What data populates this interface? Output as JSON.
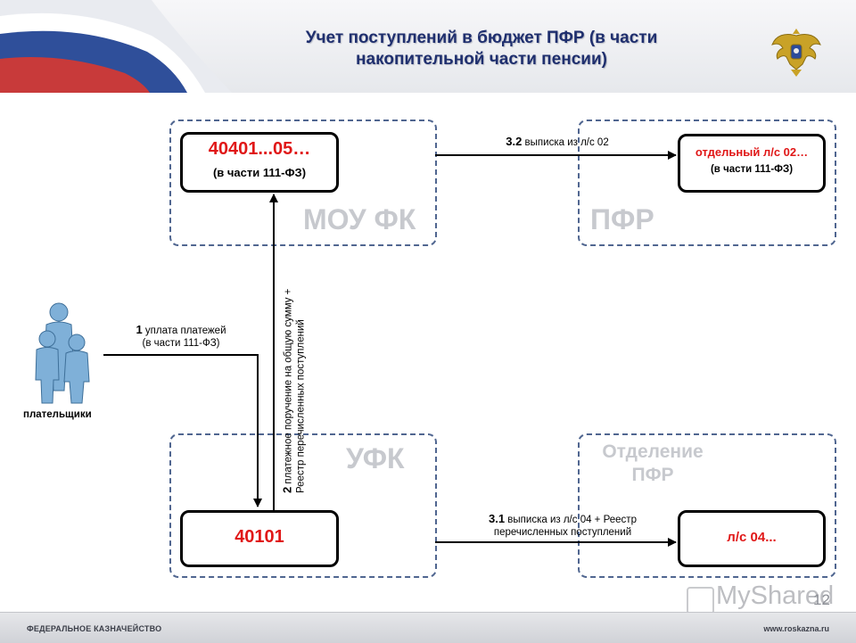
{
  "header": {
    "title_line1": "Учет поступлений в бюджет ПФР (в части",
    "title_line2": "накопительной части пенсии)",
    "colors": {
      "title": "#1f2f6e",
      "flag_white": "#ffffff",
      "flag_blue": "#2f4f9a",
      "flag_red": "#c83a3a"
    },
    "emblem_icon": "double-headed-eagle-icon"
  },
  "zones": {
    "mou_fk": "МОУ ФК",
    "pfr": "ПФР",
    "ufk": "УФК",
    "otdelenie_line1": "Отделение",
    "otdelenie_line2": "ПФР"
  },
  "accounts": {
    "a40401_main": "40401...05…",
    "a40401_sub": "(в части 111-ФЗ)",
    "pfr02_main": "отдельный л/с 02…",
    "pfr02_sub": "(в части 111-ФЗ)",
    "a40101_main": "40101",
    "ls04_main": "л/с 04..."
  },
  "flows": {
    "step1_num": "1",
    "step1_text": " уплата платежей",
    "step1_sub": "(в части 111-ФЗ)",
    "step2_num": "2",
    "step2_text": " платежное поручение на общую сумму +",
    "step2_sub": "Реестр перечисленных поступлений",
    "step32_num": "3.2",
    "step32_text": " выписка из л/с 02",
    "step31_num": "3.1",
    "step31_text": " выписка из л/с 04 + Реестр",
    "step31_sub": "перечисленных поступлений"
  },
  "payers": {
    "caption": "плательщики",
    "icon": "people-group-icon"
  },
  "footer": {
    "left": "ФЕДЕРАЛЬНОЕ КАЗНАЧЕЙСТВО",
    "right": "www.roskazna.ru",
    "page_number": "12",
    "watermark": "MyShared"
  },
  "colors": {
    "zone_border": "#506690",
    "account_red": "#e01717",
    "zone_label": "#c7c9ce"
  }
}
